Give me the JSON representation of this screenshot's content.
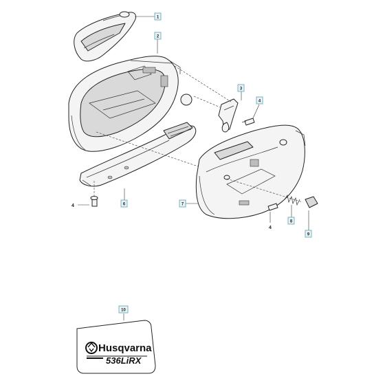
{
  "callouts": [
    {
      "id": "1",
      "label": "1"
    },
    {
      "id": "2",
      "label": "2"
    },
    {
      "id": "3",
      "label": "3"
    },
    {
      "id": "4",
      "label": "4"
    },
    {
      "id": "6",
      "label": "6"
    },
    {
      "id": "7",
      "label": "7"
    },
    {
      "id": "8",
      "label": "8"
    },
    {
      "id": "9",
      "label": "9"
    },
    {
      "id": "10",
      "label": "10"
    }
  ],
  "plain_labels": {
    "left_screw": "4",
    "right_screw": "4"
  },
  "decal": {
    "brand": "Husqvarna",
    "model": "536LiRX"
  }
}
